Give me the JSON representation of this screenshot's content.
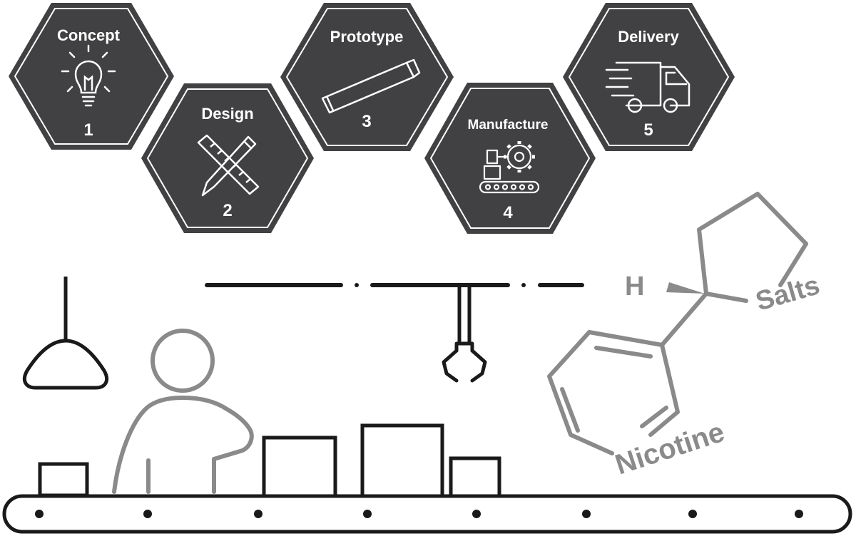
{
  "steps": [
    {
      "title": "Concept",
      "number": "1",
      "icon": "lightbulb-icon"
    },
    {
      "title": "Design",
      "number": "2",
      "icon": "ruler-pencil-icon"
    },
    {
      "title": "Prototype",
      "number": "3",
      "icon": "vape-pen-icon"
    },
    {
      "title": "Manufacture",
      "number": "4",
      "icon": "robot-gear-conveyor-icon"
    },
    {
      "title": "Delivery",
      "number": "5",
      "icon": "delivery-truck-icon"
    }
  ],
  "molecule": {
    "h_label": "H",
    "top_label": "Salts",
    "bottom_label": "Nicotine"
  },
  "colors": {
    "hex_fill": "#414042",
    "hex_inner_border": "#ffffff",
    "line_dark": "#1a1a1a",
    "line_gray": "#8a8a8a"
  }
}
